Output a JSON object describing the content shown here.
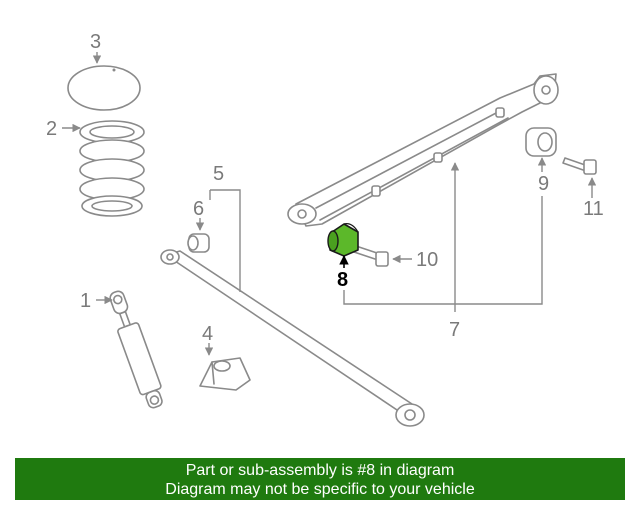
{
  "callouts": {
    "c1": "1",
    "c2": "2",
    "c3": "3",
    "c4": "4",
    "c5": "5",
    "c6": "6",
    "c7": "7",
    "c8": "8",
    "c9": "9",
    "c10": "10",
    "c11": "11"
  },
  "highlighted_part": "8",
  "colors": {
    "highlight": "#5cb82a",
    "banner": "#1f7a0f",
    "line": "#8a8a8a"
  },
  "banner": {
    "line1": "Part or sub-assembly is #8 in diagram",
    "line2": "Diagram may not be specific to your vehicle"
  }
}
